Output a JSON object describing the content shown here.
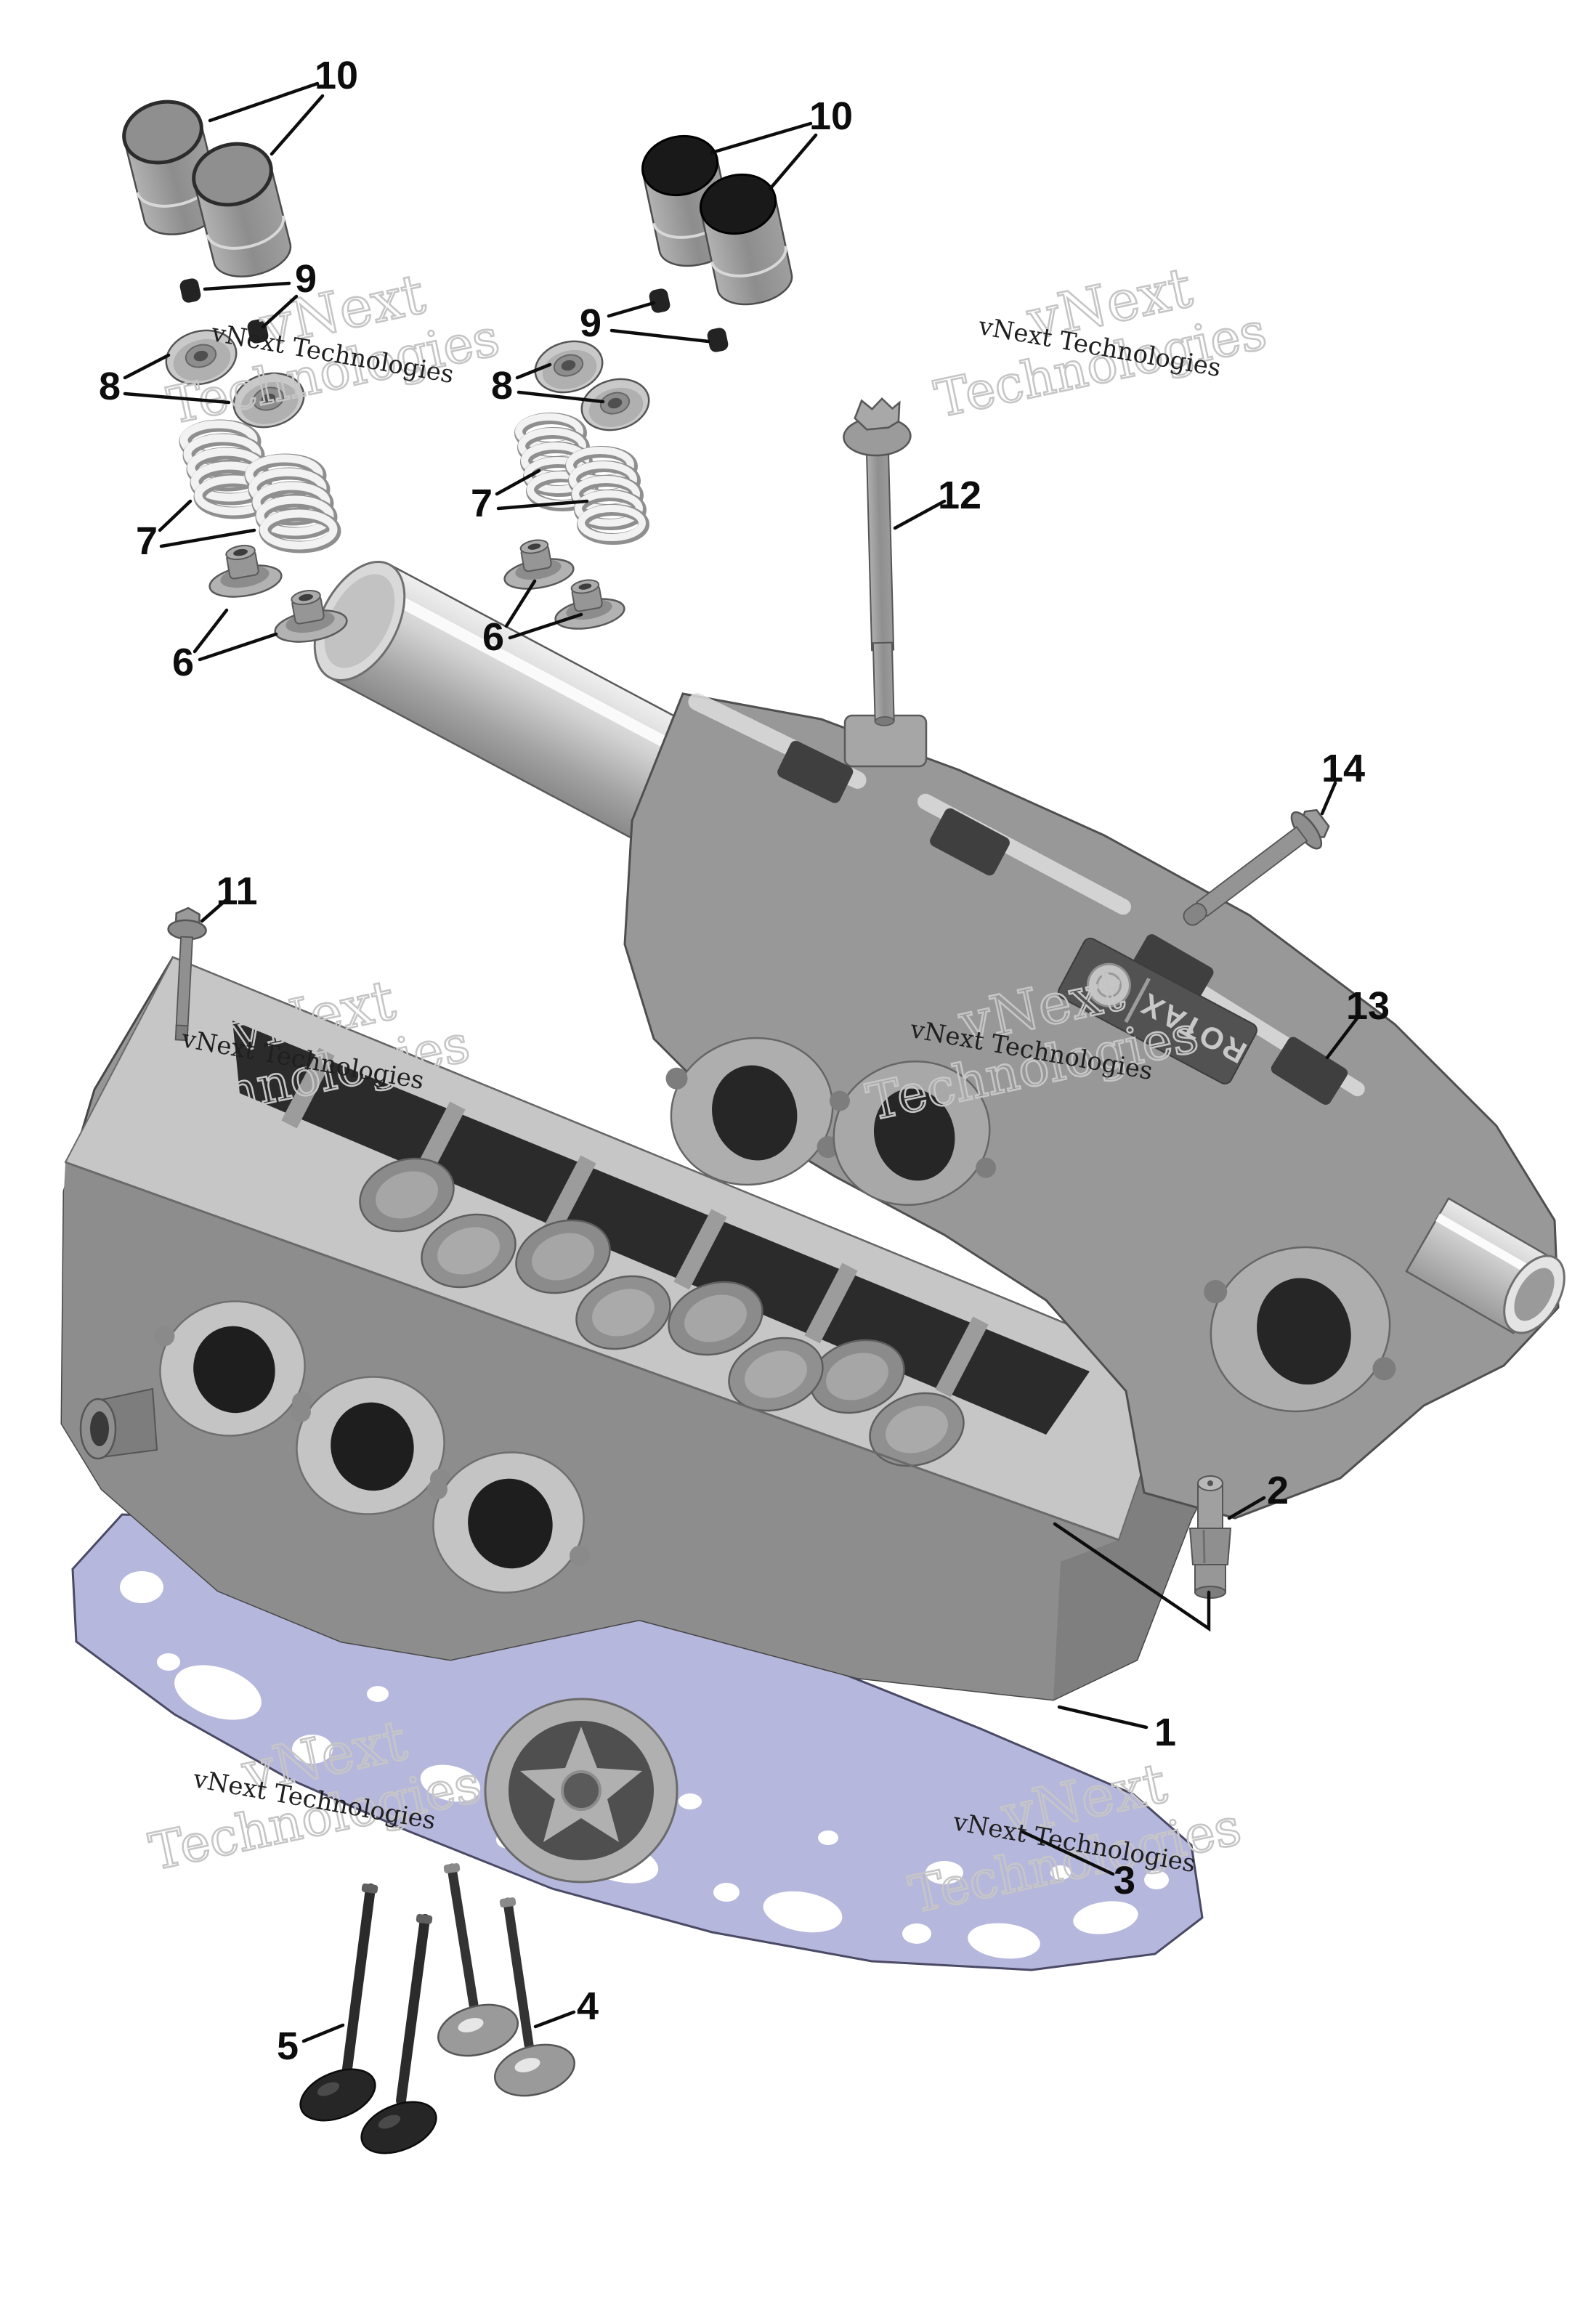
{
  "watermark": {
    "small": "vNext Technologies",
    "line1": "vNext",
    "line2": "Technologies"
  },
  "logo": {
    "text": "ROTAX"
  },
  "callouts": {
    "1": "1",
    "2": "2",
    "3": "3",
    "4": "4",
    "5": "5",
    "6": "6",
    "7": "7",
    "8": "8",
    "9": "9",
    "10": "10",
    "11": "11",
    "12": "12",
    "13": "13",
    "14": "14"
  }
}
